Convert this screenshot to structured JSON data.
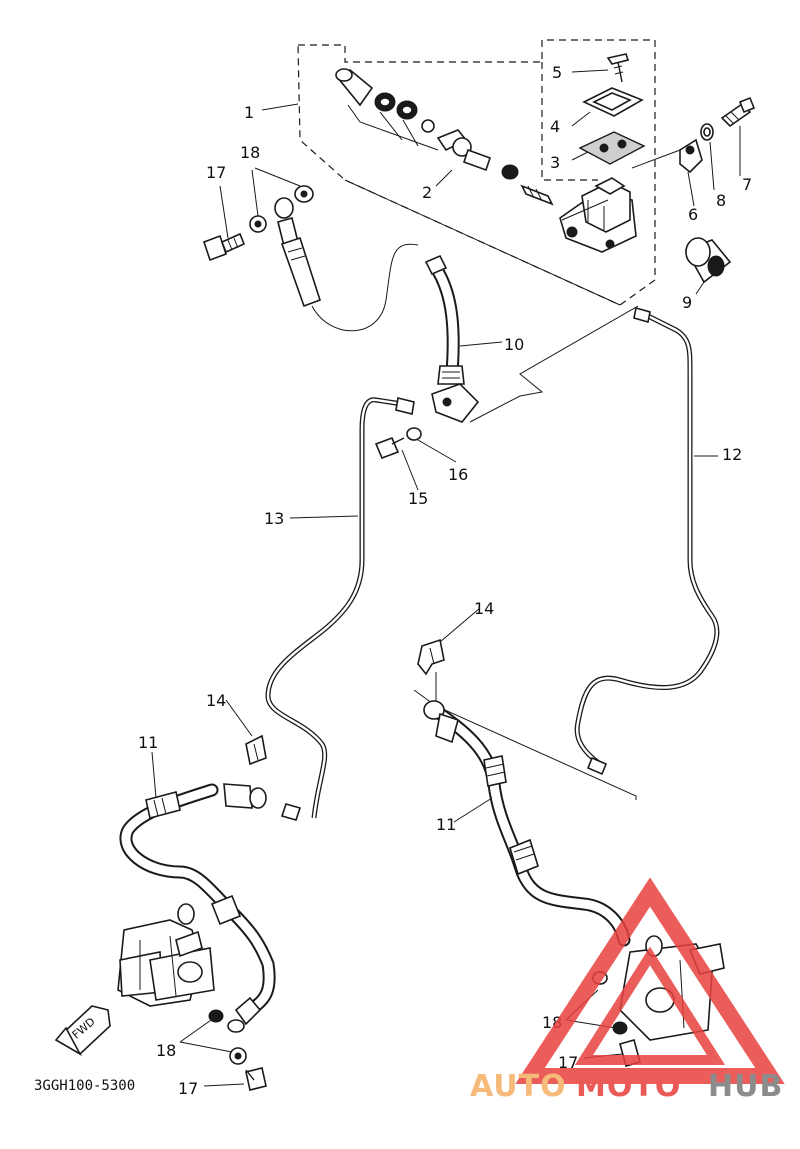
{
  "diagram": {
    "part_code": "3GGH100-5300",
    "fwd_label": "FWD",
    "callouts": {
      "c1": "1",
      "c2": "2",
      "c3": "3",
      "c4": "4",
      "c5": "5",
      "c6": "6",
      "c7": "7",
      "c8": "8",
      "c9": "9",
      "c10": "10",
      "c11a": "11",
      "c11b": "11",
      "c12": "12",
      "c13": "13",
      "c14a": "14",
      "c14b": "14",
      "c15": "15",
      "c16": "16",
      "c17a": "17",
      "c17b": "17",
      "c17c": "17",
      "c18a": "18",
      "c18b": "18",
      "c18c": "18"
    }
  },
  "watermark": {
    "text_auto": "AUTO",
    "text_moto": "MOTO",
    "text_hub": "HUB",
    "colors": {
      "auto": "#f6bb7a",
      "moto": "#ea5b57",
      "hub": "#8c8c8c",
      "triangle": "#e8413e"
    }
  }
}
